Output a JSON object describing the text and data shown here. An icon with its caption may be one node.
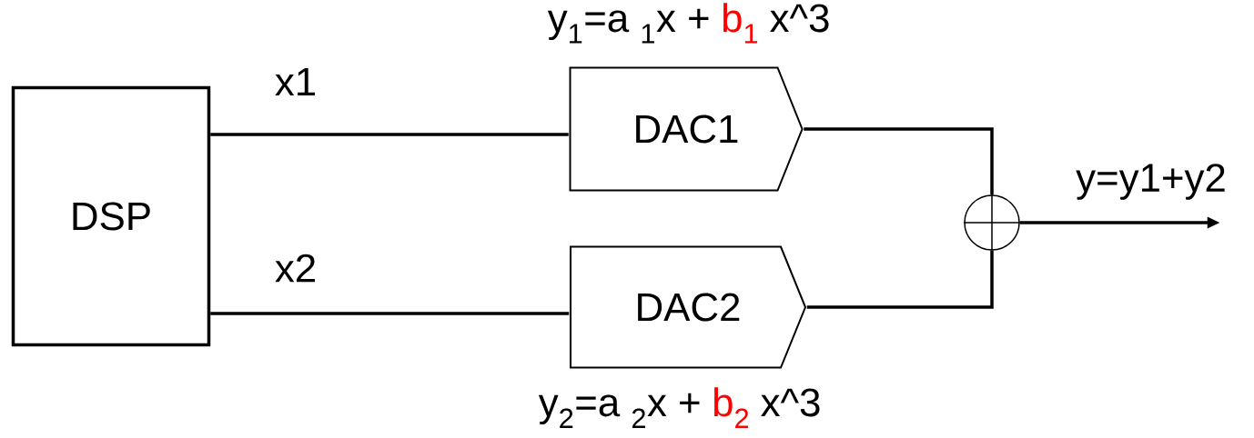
{
  "diagram": {
    "nodes": [
      {
        "text": [
          "DSP"
        ]
      },
      {
        "text": [
          "DAC1"
        ],
        "beside": [
          "y$_{1}$=a $_{1}$x +",
          "b$_{1}$",
          "x^3"
        ]
      },
      {
        "text": [
          "DAC2"
        ],
        "beside": [
          "y$_{2}$=a $_{2}$x +",
          "b$_{2}$",
          "x^3"
        ]
      },
      {
        "text": [],
        "shape": "circle"
      }
    ],
    "edges": [
      {
        "from": 0,
        "to": 1,
        "arrow": "none",
        "label": "x1"
      },
      {
        "from": 0,
        "to": 2,
        "arrow": "none",
        "label": "x2"
      },
      {
        "from": 1,
        "to": 3,
        "arrow": "none"
      },
      {
        "from": 2,
        "to": 3,
        "arrow": "none"
      },
      {
        "from": 3,
        "to": null,
        "arrow": "to",
        "label": "y=y1+y2"
      }
    ]
  }
}
